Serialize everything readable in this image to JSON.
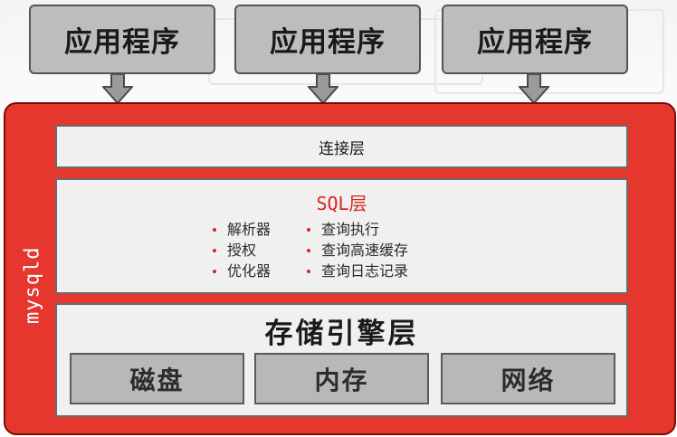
{
  "apps": [
    {
      "label": "应用程序"
    },
    {
      "label": "应用程序"
    },
    {
      "label": "应用程序"
    }
  ],
  "mysqld": {
    "label": "mysqld",
    "color": "#e5372e"
  },
  "connection_layer": {
    "title": "连接层"
  },
  "sql_layer": {
    "title": "SQL层",
    "title_color": "#d7261e",
    "features_left": [
      "解析器",
      "授权",
      "优化器"
    ],
    "features_right": [
      "查询执行",
      "查询高速缓存",
      "查询日志记录"
    ]
  },
  "storage_layer": {
    "title": "存储引擎层",
    "components": [
      "磁盘",
      "内存",
      "网络"
    ]
  }
}
